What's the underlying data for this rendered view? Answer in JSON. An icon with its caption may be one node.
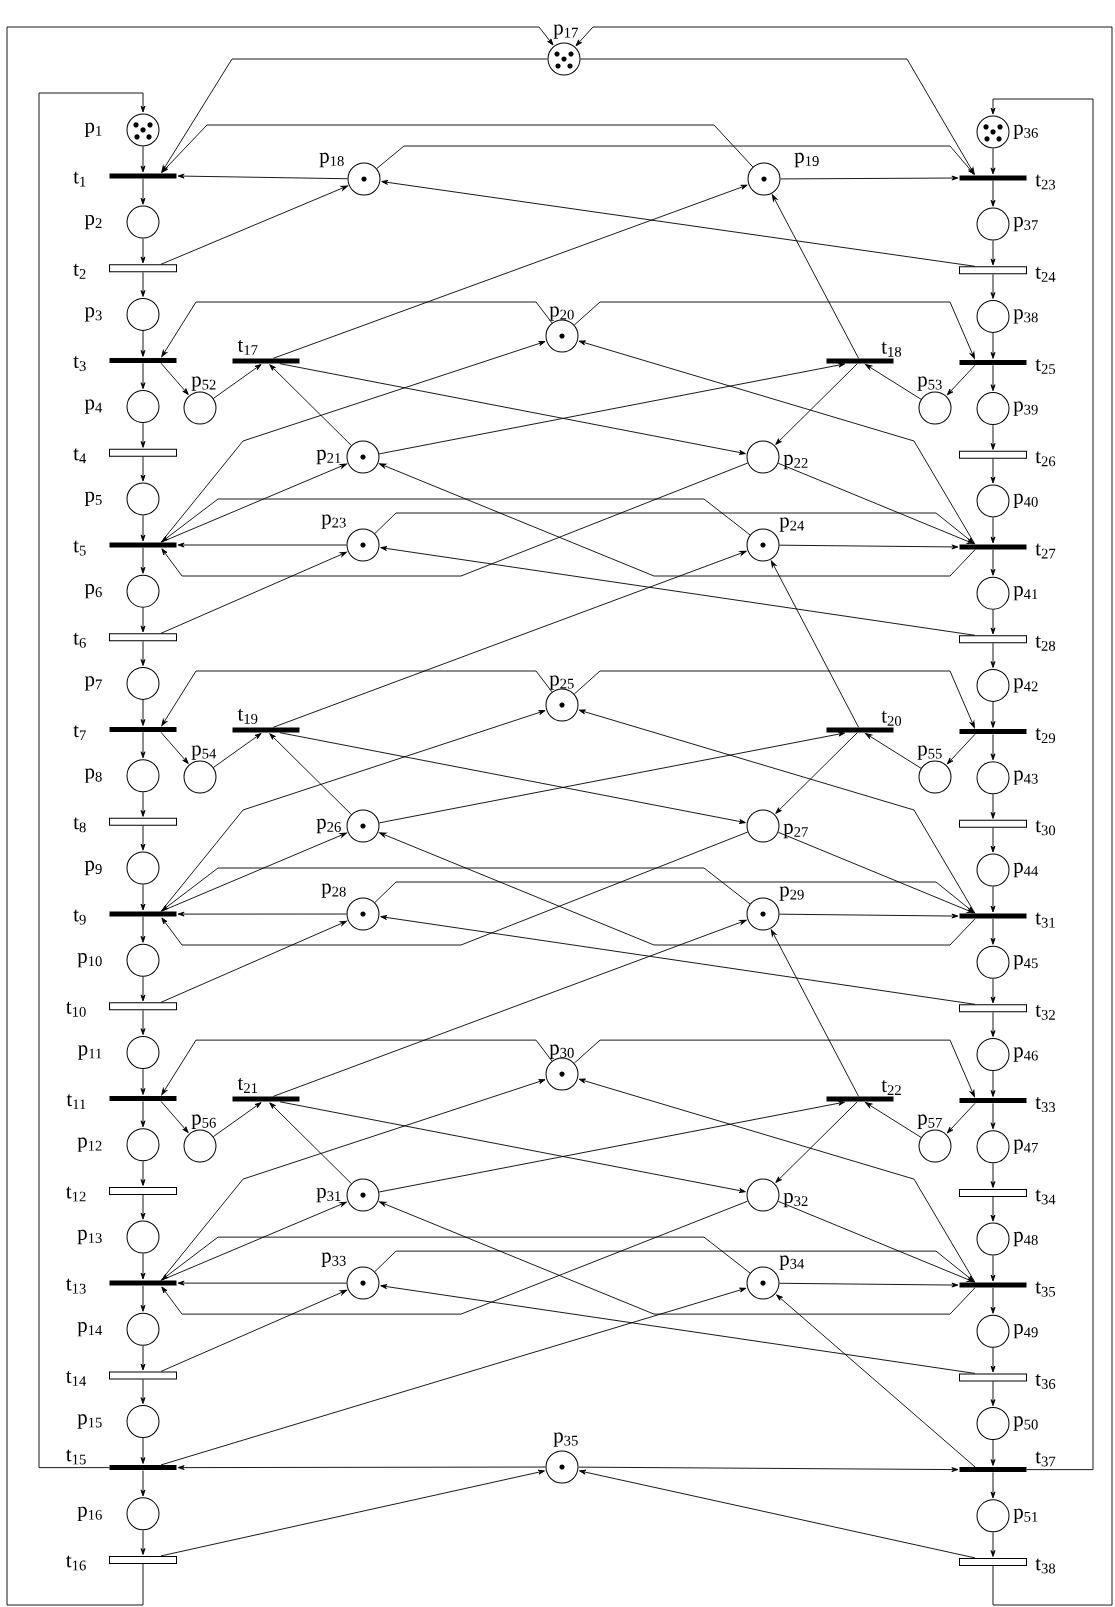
{
  "diagram": {
    "nodes": [
      {
        "text": [],
        "shape": "circle",
        "beside": [
          "p$_{1}$"
        ]
      },
      {
        "text": [],
        "shape": "circle",
        "beside": [
          "p$_{2}$"
        ]
      },
      {
        "text": [],
        "shape": "circle",
        "beside": [
          "p$_{3}$"
        ]
      },
      {
        "text": [],
        "shape": "circle",
        "beside": [
          "p$_{4}$"
        ]
      },
      {
        "text": [],
        "shape": "circle",
        "beside": [
          "p$_{5}$"
        ]
      },
      {
        "text": [],
        "shape": "circle",
        "beside": [
          "p$_{6}$"
        ]
      },
      {
        "text": [],
        "shape": "circle",
        "beside": [
          "p$_{7}$"
        ]
      },
      {
        "text": [],
        "shape": "circle",
        "beside": [
          "p$_{8}$"
        ]
      },
      {
        "text": [],
        "shape": "circle",
        "beside": [
          "p$_{9}$"
        ]
      },
      {
        "text": [],
        "shape": "circle",
        "beside": [
          "p$_{10}$"
        ]
      },
      {
        "text": [],
        "shape": "circle",
        "beside": [
          "p$_{11}$"
        ]
      },
      {
        "text": [],
        "shape": "circle",
        "beside": [
          "p$_{12}$"
        ]
      },
      {
        "text": [],
        "shape": "circle",
        "beside": [
          "p$_{13}$"
        ]
      },
      {
        "text": [],
        "shape": "circle",
        "beside": [
          "p$_{14}$"
        ]
      },
      {
        "text": [],
        "shape": "circle",
        "beside": [
          "p$_{15}$"
        ]
      },
      {
        "text": [],
        "shape": "circle",
        "beside": [
          "p$_{16}$"
        ]
      },
      {
        "text": [],
        "shape": "circle",
        "beside": [
          "p$_{17}$"
        ]
      },
      {
        "text": [],
        "shape": "circle",
        "beside": [
          "p$_{18}$"
        ]
      },
      {
        "text": [],
        "shape": "circle",
        "beside": [
          "p$_{19}$"
        ]
      },
      {
        "text": [],
        "shape": "circle",
        "beside": [
          "p$_{20}$"
        ]
      },
      {
        "text": [],
        "shape": "circle",
        "beside": [
          "p$_{21}$"
        ]
      },
      {
        "text": [],
        "shape": "circle",
        "beside": [
          "p$_{22}$"
        ]
      },
      {
        "text": [],
        "shape": "circle",
        "beside": [
          "p$_{23}$"
        ]
      },
      {
        "text": [],
        "shape": "circle",
        "beside": [
          "p$_{24}$"
        ]
      },
      {
        "text": [],
        "shape": "circle",
        "beside": [
          "p$_{25}$"
        ]
      },
      {
        "text": [],
        "shape": "circle",
        "beside": [
          "p$_{26}$"
        ]
      },
      {
        "text": [],
        "shape": "circle",
        "beside": [
          "p$_{27}$"
        ]
      },
      {
        "text": [],
        "shape": "circle",
        "beside": [
          "p$_{28}$"
        ]
      },
      {
        "text": [],
        "shape": "circle",
        "beside": [
          "p$_{29}$"
        ]
      },
      {
        "text": [],
        "shape": "circle",
        "beside": [
          "p$_{30}$"
        ]
      },
      {
        "text": [],
        "shape": "circle",
        "beside": [
          "p$_{31}$"
        ]
      },
      {
        "text": [],
        "shape": "circle",
        "beside": [
          "p$_{32}$"
        ]
      },
      {
        "text": [],
        "shape": "circle",
        "beside": [
          "p$_{33}$"
        ]
      },
      {
        "text": [],
        "shape": "circle",
        "beside": [
          "p$_{34}$"
        ]
      },
      {
        "text": [],
        "shape": "circle",
        "beside": [
          "p$_{35}$"
        ]
      },
      {
        "text": [],
        "shape": "circle",
        "beside": [
          "p$_{36}$"
        ]
      },
      {
        "text": [],
        "shape": "circle",
        "beside": [
          "p$_{37}$"
        ]
      },
      {
        "text": [],
        "shape": "circle",
        "beside": [
          "p$_{38}$"
        ]
      },
      {
        "text": [],
        "shape": "circle",
        "beside": [
          "p$_{39}$"
        ]
      },
      {
        "text": [],
        "shape": "circle",
        "beside": [
          "p$_{40}$"
        ]
      },
      {
        "text": [],
        "shape": "circle",
        "beside": [
          "p$_{41}$"
        ]
      },
      {
        "text": [],
        "shape": "circle",
        "beside": [
          "p$_{42}$"
        ]
      },
      {
        "text": [],
        "shape": "circle",
        "beside": [
          "p$_{43}$"
        ]
      },
      {
        "text": [],
        "shape": "circle",
        "beside": [
          "p$_{44}$"
        ]
      },
      {
        "text": [],
        "shape": "circle",
        "beside": [
          "p$_{45}$"
        ]
      },
      {
        "text": [],
        "shape": "circle",
        "beside": [
          "p$_{46}$"
        ]
      },
      {
        "text": [],
        "shape": "circle",
        "beside": [
          "p$_{47}$"
        ]
      },
      {
        "text": [],
        "shape": "circle",
        "beside": [
          "p$_{48}$"
        ]
      },
      {
        "text": [],
        "shape": "circle",
        "beside": [
          "p$_{49}$"
        ]
      },
      {
        "text": [],
        "shape": "circle",
        "beside": [
          "p$_{50}$"
        ]
      },
      {
        "text": [],
        "shape": "circle",
        "beside": [
          "p$_{51}$"
        ]
      },
      {
        "text": [],
        "shape": "circle",
        "beside": [
          "p$_{52}$"
        ]
      },
      {
        "text": [],
        "shape": "circle",
        "beside": [
          "p$_{53}$"
        ]
      },
      {
        "text": [],
        "shape": "circle",
        "beside": [
          "p$_{54}$"
        ]
      },
      {
        "text": [],
        "shape": "circle",
        "beside": [
          "p$_{55}$"
        ]
      },
      {
        "text": [],
        "shape": "circle",
        "beside": [
          "p$_{56}$"
        ]
      },
      {
        "text": [],
        "shape": "circle",
        "beside": [
          "p$_{57}$"
        ]
      },
      {
        "text": [],
        "shape": "bar",
        "beside": [
          "t$_{1}$"
        ]
      },
      {
        "text": [],
        "shape": "box",
        "beside": [
          "t$_{2}$"
        ]
      },
      {
        "text": [],
        "shape": "bar",
        "beside": [
          "t$_{3}$"
        ]
      },
      {
        "text": [],
        "shape": "box",
        "beside": [
          "t$_{4}$"
        ]
      },
      {
        "text": [],
        "shape": "bar",
        "beside": [
          "t$_{5}$"
        ]
      },
      {
        "text": [],
        "shape": "box",
        "beside": [
          "t$_{6}$"
        ]
      },
      {
        "text": [],
        "shape": "bar",
        "beside": [
          "t$_{7}$"
        ]
      },
      {
        "text": [],
        "shape": "box",
        "beside": [
          "t$_{8}$"
        ]
      },
      {
        "text": [],
        "shape": "bar",
        "beside": [
          "t$_{9}$"
        ]
      },
      {
        "text": [],
        "shape": "box",
        "beside": [
          "t$_{10}$"
        ]
      },
      {
        "text": [],
        "shape": "bar",
        "beside": [
          "t$_{11}$"
        ]
      },
      {
        "text": [],
        "shape": "box",
        "beside": [
          "t$_{12}$"
        ]
      },
      {
        "text": [],
        "shape": "bar",
        "beside": [
          "t$_{13}$"
        ]
      },
      {
        "text": [],
        "shape": "box",
        "beside": [
          "t$_{14}$"
        ]
      },
      {
        "text": [],
        "shape": "bar",
        "beside": [
          "t$_{15}$"
        ]
      },
      {
        "text": [],
        "shape": "box",
        "beside": [
          "t$_{16}$"
        ]
      },
      {
        "text": [],
        "shape": "bar",
        "beside": [
          "t$_{17}$"
        ]
      },
      {
        "text": [],
        "shape": "bar",
        "beside": [
          "t$_{18}$"
        ]
      },
      {
        "text": [],
        "shape": "bar",
        "beside": [
          "t$_{19}$"
        ]
      },
      {
        "text": [],
        "shape": "bar",
        "beside": [
          "t$_{20}$"
        ]
      },
      {
        "text": [],
        "shape": "bar",
        "beside": [
          "t$_{21}$"
        ]
      },
      {
        "text": [],
        "shape": "bar",
        "beside": [
          "t$_{22}$"
        ]
      },
      {
        "text": [],
        "shape": "bar",
        "beside": [
          "t$_{23}$"
        ]
      },
      {
        "text": [],
        "shape": "box",
        "beside": [
          "t$_{24}$"
        ]
      },
      {
        "text": [],
        "shape": "bar",
        "beside": [
          "t$_{25}$"
        ]
      },
      {
        "text": [],
        "shape": "box",
        "beside": [
          "t$_{26}$"
        ]
      },
      {
        "text": [],
        "shape": "bar",
        "beside": [
          "t$_{27}$"
        ]
      },
      {
        "text": [],
        "shape": "box",
        "beside": [
          "t$_{28}$"
        ]
      },
      {
        "text": [],
        "shape": "bar",
        "beside": [
          "t$_{29}$"
        ]
      },
      {
        "text": [],
        "shape": "box",
        "beside": [
          "t$_{30}$"
        ]
      },
      {
        "text": [],
        "shape": "bar",
        "beside": [
          "t$_{31}$"
        ]
      },
      {
        "text": [],
        "shape": "box",
        "beside": [
          "t$_{32}$"
        ]
      },
      {
        "text": [],
        "shape": "bar",
        "beside": [
          "t$_{33}$"
        ]
      },
      {
        "text": [],
        "shape": "box",
        "beside": [
          "t$_{34}$"
        ]
      },
      {
        "text": [],
        "shape": "bar",
        "beside": [
          "t$_{35}$"
        ]
      },
      {
        "text": [],
        "shape": "box",
        "beside": [
          "t$_{36}$"
        ]
      },
      {
        "text": [],
        "shape": "bar",
        "beside": [
          "t$_{37}$"
        ]
      },
      {
        "text": [],
        "shape": "box",
        "beside": [
          "t$_{38}$"
        ]
      }
    ],
    "edges": [
      {
        "from": 0,
        "to": 57,
        "arrow": "to"
      },
      {
        "from": 57,
        "to": 1,
        "arrow": "to"
      },
      {
        "from": 1,
        "to": 58,
        "arrow": "to"
      },
      {
        "from": 58,
        "to": 2,
        "arrow": "to"
      },
      {
        "from": 2,
        "to": 59,
        "arrow": "to"
      },
      {
        "from": 59,
        "to": 3,
        "arrow": "to"
      },
      {
        "from": 3,
        "to": 60,
        "arrow": "to"
      },
      {
        "from": 60,
        "to": 4,
        "arrow": "to"
      },
      {
        "from": 4,
        "to": 61,
        "arrow": "to"
      },
      {
        "from": 61,
        "to": 5,
        "arrow": "to"
      },
      {
        "from": 5,
        "to": 62,
        "arrow": "to"
      },
      {
        "from": 62,
        "to": 6,
        "arrow": "to"
      },
      {
        "from": 6,
        "to": 63,
        "arrow": "to"
      },
      {
        "from": 63,
        "to": 7,
        "arrow": "to"
      },
      {
        "from": 7,
        "to": 64,
        "arrow": "to"
      },
      {
        "from": 64,
        "to": 8,
        "arrow": "to"
      },
      {
        "from": 8,
        "to": 65,
        "arrow": "to"
      },
      {
        "from": 65,
        "to": 9,
        "arrow": "to"
      },
      {
        "from": 9,
        "to": 66,
        "arrow": "to"
      },
      {
        "from": 66,
        "to": 10,
        "arrow": "to"
      },
      {
        "from": 10,
        "to": 67,
        "arrow": "to"
      },
      {
        "from": 67,
        "to": 11,
        "arrow": "to"
      },
      {
        "from": 11,
        "to": 68,
        "arrow": "to"
      },
      {
        "from": 68,
        "to": 12,
        "arrow": "to"
      },
      {
        "from": 12,
        "to": 69,
        "arrow": "to"
      },
      {
        "from": 69,
        "to": 13,
        "arrow": "to"
      },
      {
        "from": 13,
        "to": 70,
        "arrow": "to"
      },
      {
        "from": 70,
        "to": 14,
        "arrow": "to"
      },
      {
        "from": 14,
        "to": 71,
        "arrow": "to"
      },
      {
        "from": 71,
        "to": 15,
        "arrow": "to"
      },
      {
        "from": 15,
        "to": 72,
        "arrow": "to"
      },
      {
        "from": 35,
        "to": 79,
        "arrow": "to"
      },
      {
        "from": 79,
        "to": 36,
        "arrow": "to"
      },
      {
        "from": 36,
        "to": 80,
        "arrow": "to"
      },
      {
        "from": 80,
        "to": 37,
        "arrow": "to"
      },
      {
        "from": 37,
        "to": 81,
        "arrow": "to"
      },
      {
        "from": 81,
        "to": 38,
        "arrow": "to"
      },
      {
        "from": 38,
        "to": 82,
        "arrow": "to"
      },
      {
        "from": 82,
        "to": 39,
        "arrow": "to"
      },
      {
        "from": 39,
        "to": 83,
        "arrow": "to"
      },
      {
        "from": 83,
        "to": 40,
        "arrow": "to"
      },
      {
        "from": 40,
        "to": 84,
        "arrow": "to"
      },
      {
        "from": 84,
        "to": 41,
        "arrow": "to"
      },
      {
        "from": 41,
        "to": 85,
        "arrow": "to"
      },
      {
        "from": 85,
        "to": 42,
        "arrow": "to"
      },
      {
        "from": 42,
        "to": 86,
        "arrow": "to"
      },
      {
        "from": 86,
        "to": 43,
        "arrow": "to"
      },
      {
        "from": 43,
        "to": 87,
        "arrow": "to"
      },
      {
        "from": 87,
        "to": 44,
        "arrow": "to"
      },
      {
        "from": 44,
        "to": 88,
        "arrow": "to"
      },
      {
        "from": 88,
        "to": 45,
        "arrow": "to"
      },
      {
        "from": 45,
        "to": 89,
        "arrow": "to"
      },
      {
        "from": 89,
        "to": 46,
        "arrow": "to"
      },
      {
        "from": 46,
        "to": 90,
        "arrow": "to"
      },
      {
        "from": 90,
        "to": 47,
        "arrow": "to"
      },
      {
        "from": 47,
        "to": 91,
        "arrow": "to"
      },
      {
        "from": 91,
        "to": 48,
        "arrow": "to"
      },
      {
        "from": 48,
        "to": 92,
        "arrow": "to"
      },
      {
        "from": 92,
        "to": 49,
        "arrow": "to"
      },
      {
        "from": 49,
        "to": 93,
        "arrow": "to"
      },
      {
        "from": 93,
        "to": 50,
        "arrow": "to"
      },
      {
        "from": 50,
        "to": 94,
        "arrow": "to"
      },
      {
        "from": 71,
        "to": 0,
        "arrow": "to"
      },
      {
        "from": 93,
        "to": 35,
        "arrow": "to"
      },
      {
        "from": 72,
        "to": 16,
        "arrow": "to"
      },
      {
        "from": 94,
        "to": 16,
        "arrow": "to"
      },
      {
        "from": 16,
        "to": 57,
        "arrow": "to"
      },
      {
        "from": 16,
        "to": 79,
        "arrow": "to"
      },
      {
        "from": 17,
        "to": 57,
        "arrow": "to"
      },
      {
        "from": 17,
        "to": 79,
        "arrow": "to"
      },
      {
        "from": 58,
        "to": 17,
        "arrow": "to"
      },
      {
        "from": 80,
        "to": 17,
        "arrow": "to"
      },
      {
        "from": 18,
        "to": 57,
        "arrow": "to"
      },
      {
        "from": 18,
        "to": 79,
        "arrow": "to"
      },
      {
        "from": 73,
        "to": 18,
        "arrow": "to"
      },
      {
        "from": 74,
        "to": 18,
        "arrow": "to"
      },
      {
        "from": 19,
        "to": 59,
        "arrow": "to"
      },
      {
        "from": 19,
        "to": 81,
        "arrow": "to"
      },
      {
        "from": 59,
        "to": 51,
        "arrow": "to"
      },
      {
        "from": 51,
        "to": 73,
        "arrow": "to"
      },
      {
        "from": 81,
        "to": 52,
        "arrow": "to"
      },
      {
        "from": 52,
        "to": 74,
        "arrow": "to"
      },
      {
        "from": 20,
        "to": 73,
        "arrow": "to"
      },
      {
        "from": 20,
        "to": 74,
        "arrow": "to"
      },
      {
        "from": 73,
        "to": 21,
        "arrow": "to"
      },
      {
        "from": 74,
        "to": 21,
        "arrow": "to"
      },
      {
        "from": 61,
        "to": 19,
        "arrow": "to"
      },
      {
        "from": 83,
        "to": 19,
        "arrow": "to"
      },
      {
        "from": 61,
        "to": 20,
        "arrow": "to"
      },
      {
        "from": 83,
        "to": 20,
        "arrow": "to"
      },
      {
        "from": 21,
        "to": 61,
        "arrow": "to"
      },
      {
        "from": 21,
        "to": 83,
        "arrow": "to"
      },
      {
        "from": 22,
        "to": 61,
        "arrow": "to"
      },
      {
        "from": 22,
        "to": 83,
        "arrow": "to"
      },
      {
        "from": 23,
        "to": 83,
        "arrow": "to"
      },
      {
        "from": 23,
        "to": 61,
        "arrow": "to"
      },
      {
        "from": 62,
        "to": 22,
        "arrow": "to"
      },
      {
        "from": 84,
        "to": 22,
        "arrow": "to"
      },
      {
        "from": 75,
        "to": 23,
        "arrow": "to"
      },
      {
        "from": 76,
        "to": 23,
        "arrow": "to"
      },
      {
        "from": 24,
        "to": 63,
        "arrow": "to"
      },
      {
        "from": 24,
        "to": 85,
        "arrow": "to"
      },
      {
        "from": 63,
        "to": 53,
        "arrow": "to"
      },
      {
        "from": 53,
        "to": 75,
        "arrow": "to"
      },
      {
        "from": 85,
        "to": 54,
        "arrow": "to"
      },
      {
        "from": 54,
        "to": 76,
        "arrow": "to"
      },
      {
        "from": 25,
        "to": 75,
        "arrow": "to"
      },
      {
        "from": 25,
        "to": 76,
        "arrow": "to"
      },
      {
        "from": 75,
        "to": 26,
        "arrow": "to"
      },
      {
        "from": 76,
        "to": 26,
        "arrow": "to"
      },
      {
        "from": 65,
        "to": 24,
        "arrow": "to"
      },
      {
        "from": 87,
        "to": 24,
        "arrow": "to"
      },
      {
        "from": 65,
        "to": 25,
        "arrow": "to"
      },
      {
        "from": 87,
        "to": 25,
        "arrow": "to"
      },
      {
        "from": 26,
        "to": 65,
        "arrow": "to"
      },
      {
        "from": 26,
        "to": 87,
        "arrow": "to"
      },
      {
        "from": 27,
        "to": 65,
        "arrow": "to"
      },
      {
        "from": 27,
        "to": 87,
        "arrow": "to"
      },
      {
        "from": 28,
        "to": 87,
        "arrow": "to"
      },
      {
        "from": 28,
        "to": 65,
        "arrow": "to"
      },
      {
        "from": 66,
        "to": 27,
        "arrow": "to"
      },
      {
        "from": 88,
        "to": 27,
        "arrow": "to"
      },
      {
        "from": 77,
        "to": 28,
        "arrow": "to"
      },
      {
        "from": 78,
        "to": 28,
        "arrow": "to"
      },
      {
        "from": 29,
        "to": 67,
        "arrow": "to"
      },
      {
        "from": 29,
        "to": 89,
        "arrow": "to"
      },
      {
        "from": 67,
        "to": 55,
        "arrow": "to"
      },
      {
        "from": 55,
        "to": 77,
        "arrow": "to"
      },
      {
        "from": 89,
        "to": 56,
        "arrow": "to"
      },
      {
        "from": 56,
        "to": 78,
        "arrow": "to"
      },
      {
        "from": 30,
        "to": 77,
        "arrow": "to"
      },
      {
        "from": 30,
        "to": 78,
        "arrow": "to"
      },
      {
        "from": 77,
        "to": 31,
        "arrow": "to"
      },
      {
        "from": 78,
        "to": 31,
        "arrow": "to"
      },
      {
        "from": 69,
        "to": 29,
        "arrow": "to"
      },
      {
        "from": 91,
        "to": 29,
        "arrow": "to"
      },
      {
        "from": 69,
        "to": 30,
        "arrow": "to"
      },
      {
        "from": 91,
        "to": 30,
        "arrow": "to"
      },
      {
        "from": 31,
        "to": 69,
        "arrow": "to"
      },
      {
        "from": 31,
        "to": 91,
        "arrow": "to"
      },
      {
        "from": 32,
        "to": 69,
        "arrow": "to"
      },
      {
        "from": 32,
        "to": 91,
        "arrow": "to"
      },
      {
        "from": 33,
        "to": 91,
        "arrow": "to"
      },
      {
        "from": 33,
        "to": 69,
        "arrow": "to"
      },
      {
        "from": 70,
        "to": 32,
        "arrow": "to"
      },
      {
        "from": 92,
        "to": 32,
        "arrow": "to"
      },
      {
        "from": 71,
        "to": 33,
        "arrow": "to"
      },
      {
        "from": 93,
        "to": 33,
        "arrow": "to"
      },
      {
        "from": 34,
        "to": 71,
        "arrow": "to"
      },
      {
        "from": 34,
        "to": 93,
        "arrow": "to"
      },
      {
        "from": 72,
        "to": 34,
        "arrow": "to"
      },
      {
        "from": 94,
        "to": 34,
        "arrow": "to"
      }
    ]
  }
}
